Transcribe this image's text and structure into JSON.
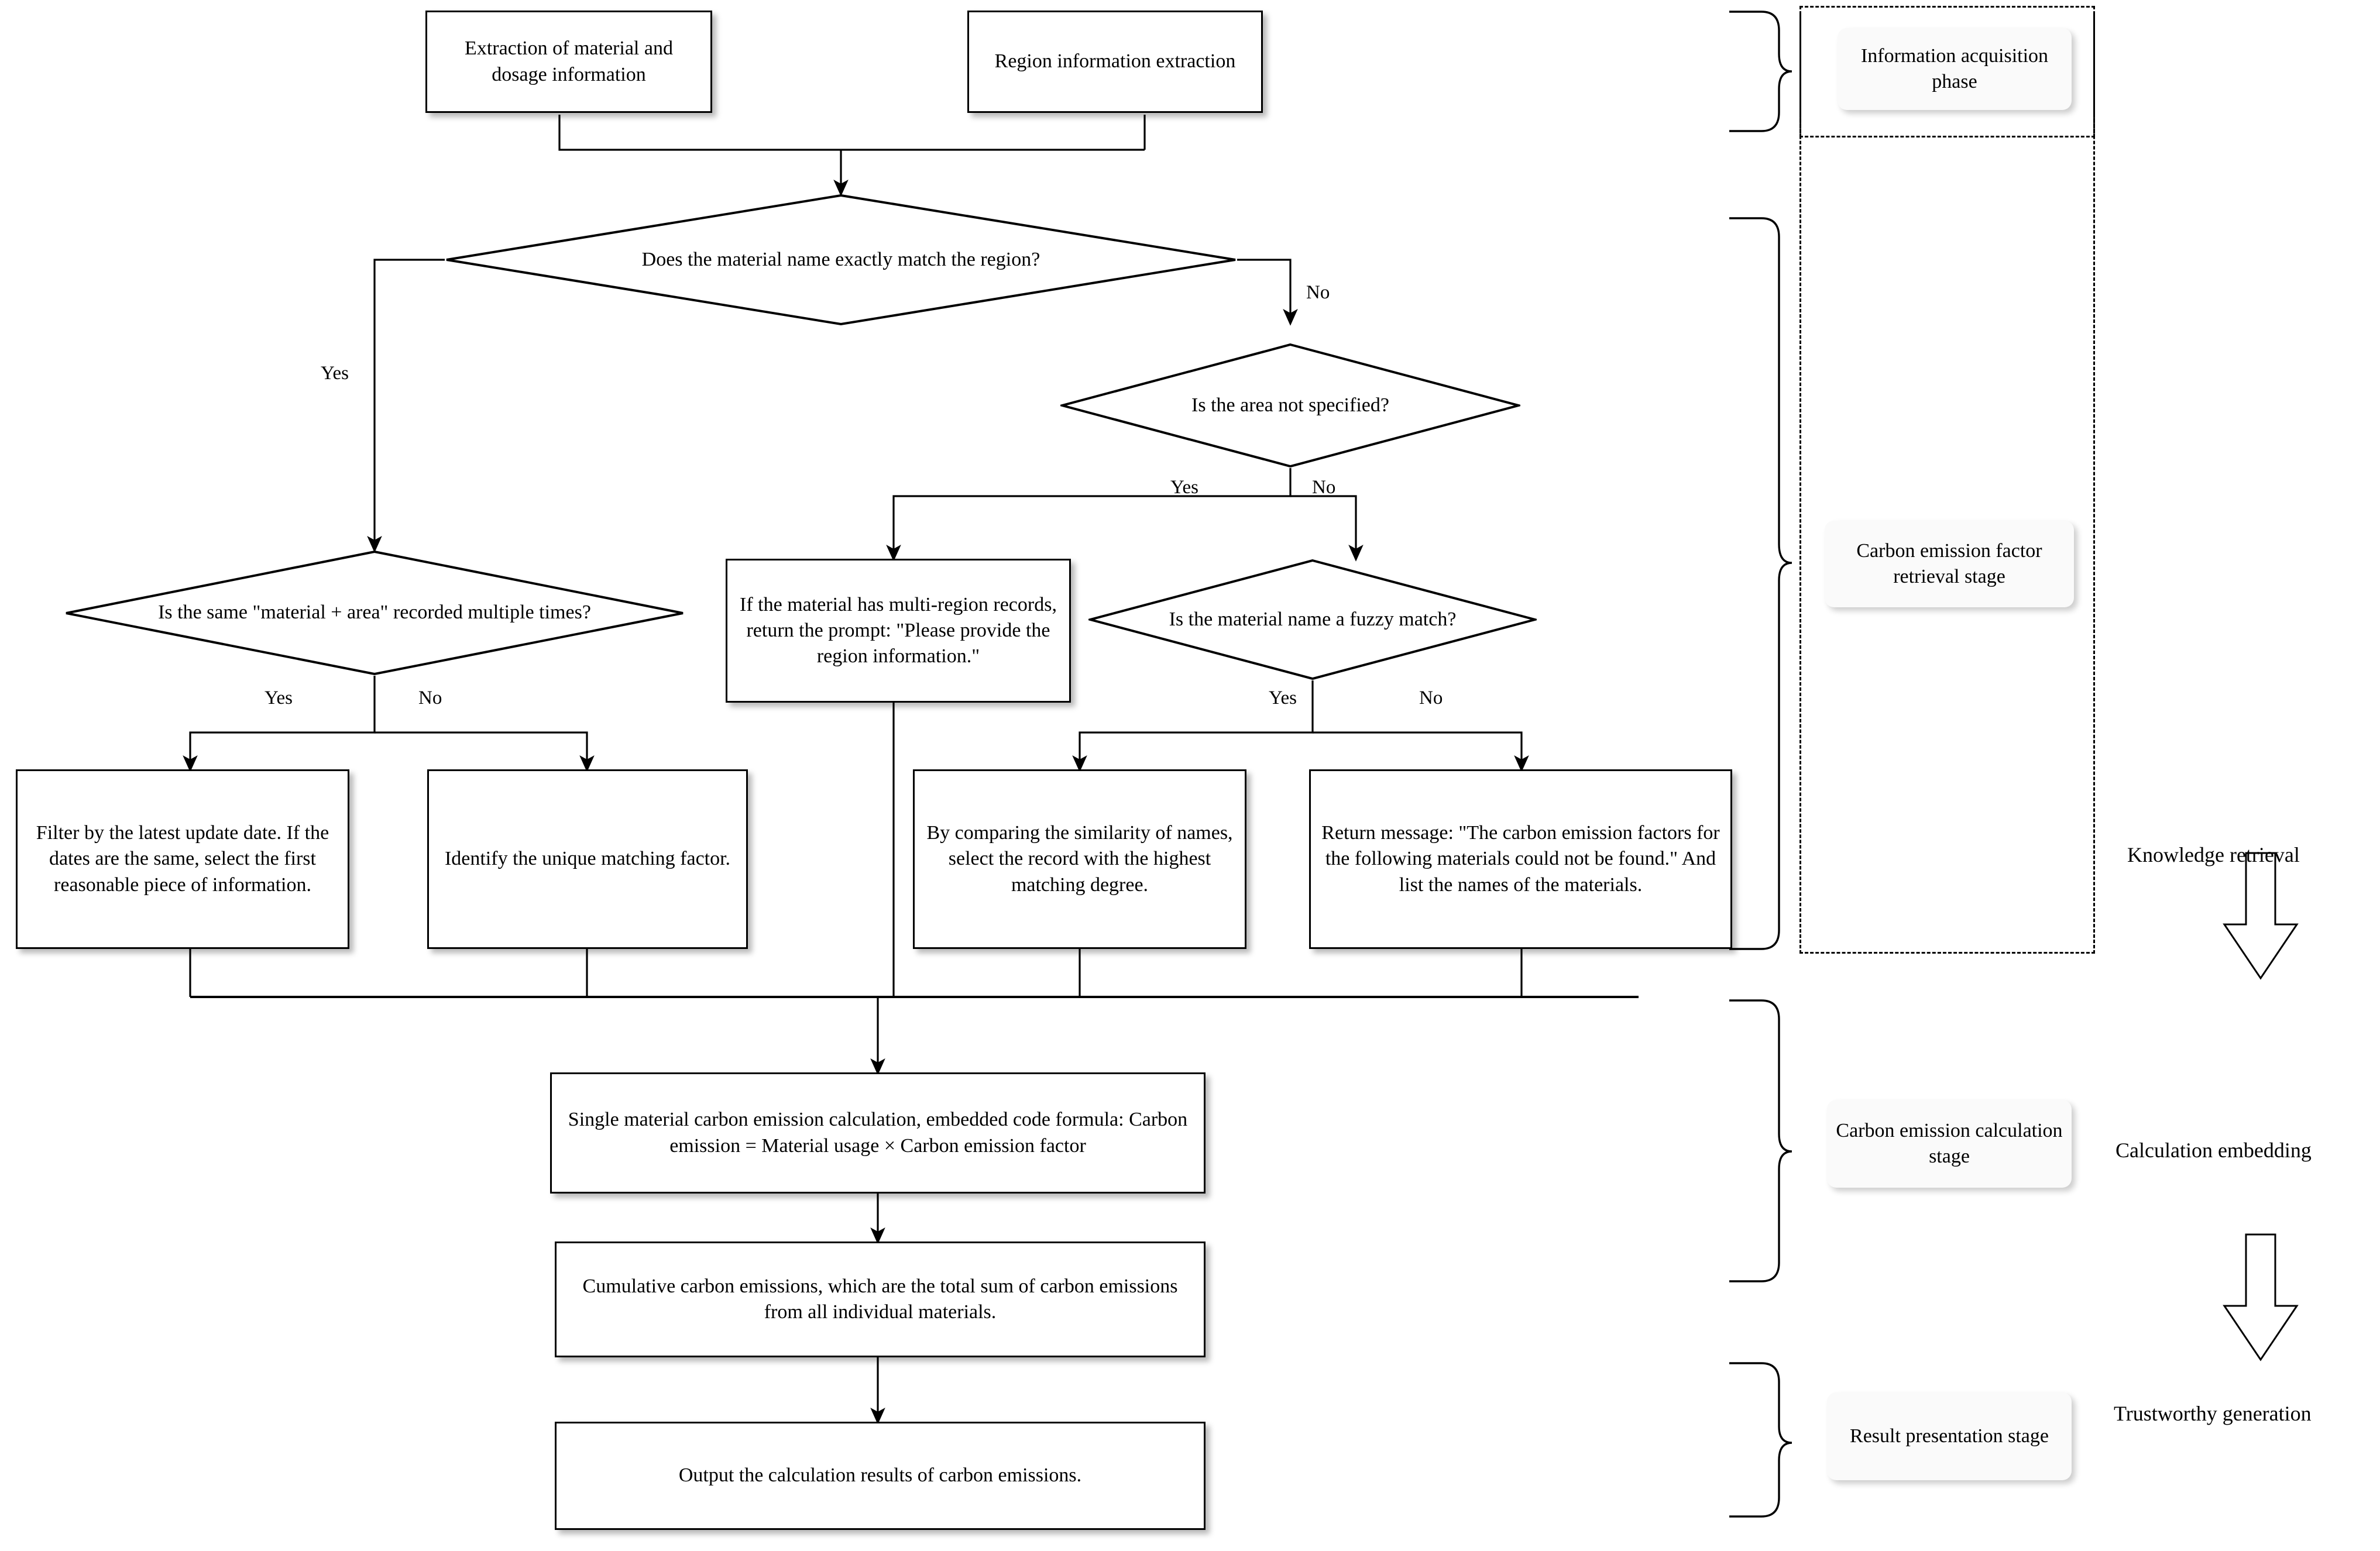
{
  "diagram": {
    "title": "Carbon emission calculation flowchart",
    "colors": {
      "stroke": "#000000",
      "background": "#ffffff",
      "chip_fill": "#fafafa"
    },
    "nodes": {
      "extract_material": "Extraction of material and dosage information",
      "extract_region": "Region information extraction",
      "decision_exact_match": "Does the material name exactly match the region?",
      "decision_area_not_specified": "Is the area not specified?",
      "decision_same_material_area": "Is the same \"material + area\" recorded multiple times?",
      "multi_region_prompt": "If the material has multi-region records, return the prompt: \"Please provide the region information.\"",
      "decision_fuzzy_match": "Is the material name a fuzzy match?",
      "filter_latest_update": "Filter by the latest update date. If the dates are the same, select the first reasonable piece of information.",
      "identify_unique_factor": "Identify the unique matching factor.",
      "similarity_compare": "By comparing the similarity of names, select the record with the highest matching degree.",
      "return_not_found": "Return message: \"The carbon emission factors for the following materials could not be found.\" And list the names of the materials.",
      "single_material_calc": "Single material carbon emission calculation, embedded code formula: Carbon emission = Material usage × Carbon emission factor",
      "cumulative_emissions": "Cumulative carbon emissions, which are the total sum of carbon emissions from all individual materials.",
      "output_results": "Output the calculation results of carbon emissions."
    },
    "edge_labels": {
      "exact_match_yes": "Yes",
      "exact_match_no": "No",
      "area_yes": "Yes",
      "area_no": "No",
      "same_material_yes": "Yes",
      "same_material_no": "No",
      "fuzzy_yes": "Yes",
      "fuzzy_no": "No"
    },
    "phases": [
      {
        "id": "information-acquisition",
        "label": "Information acquisition phase"
      },
      {
        "id": "factor-retrieval",
        "label": "Carbon emission factor retrieval stage"
      },
      {
        "id": "calculation",
        "label": "Carbon emission calculation stage"
      },
      {
        "id": "result-presentation",
        "label": "Result presentation stage"
      }
    ],
    "pipeline": [
      {
        "id": "knowledge-retrieval",
        "label": "Knowledge retrieval"
      },
      {
        "id": "calculation-embedding",
        "label": "Calculation embedding"
      },
      {
        "id": "trustworthy-generation",
        "label": "Trustworthy generation"
      }
    ]
  }
}
